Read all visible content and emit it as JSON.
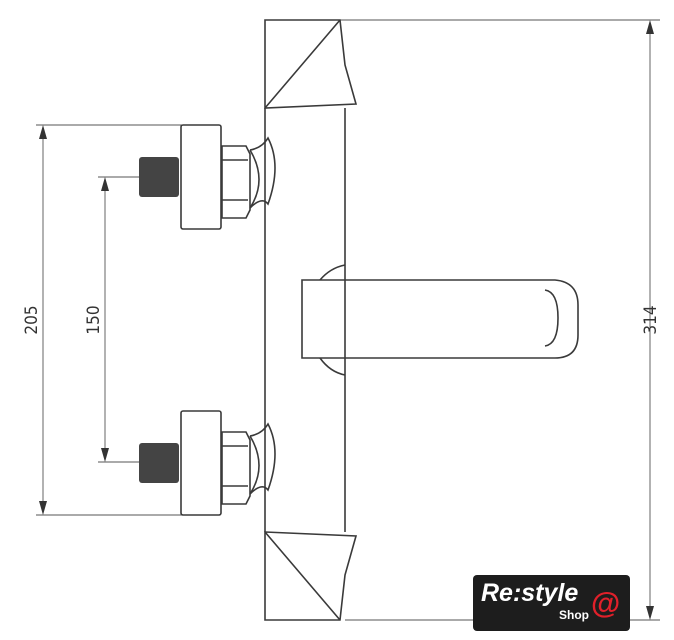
{
  "dimensions": {
    "total_height": "314",
    "outer_connection": "205",
    "connection_spacing": "150"
  },
  "logo": {
    "text": "Re:style",
    "sub": "Shop",
    "symbol": "@",
    "accent": "#e0202a"
  }
}
